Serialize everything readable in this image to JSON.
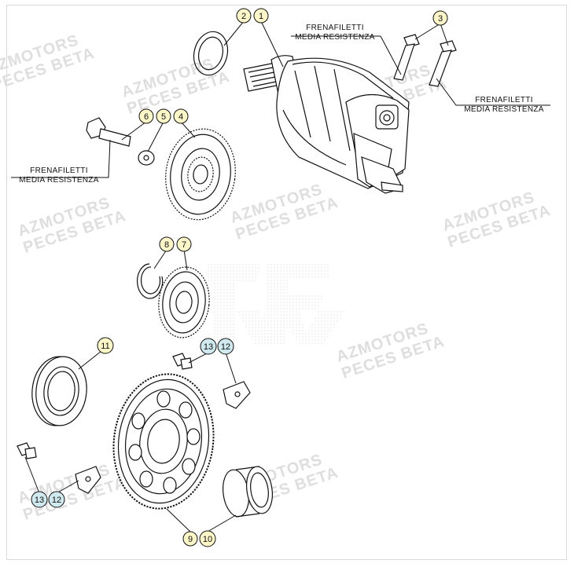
{
  "watermarks": [
    {
      "text": "AZMOTORS\nPECES BETA"
    },
    {
      "text": "AZMOTORS\nPECES BETA"
    },
    {
      "text": "AZMOTORS\nPECES BETA"
    },
    {
      "text": "AZMOTORS\nPECES BETA"
    },
    {
      "text": "AZMOTORS\nPECES BETA"
    },
    {
      "text": "AZMOTORS\nPECES BETA"
    },
    {
      "text": "AZMOTORS\nPECES BETA"
    },
    {
      "text": "AZMOTORS\nPECES BETA"
    },
    {
      "text": "AZMOTORS\nPECES BETA"
    }
  ],
  "threadlock_notes": [
    {
      "line1": "FRENAFILETTI",
      "line2": "MEDIA RESISTENZA"
    },
    {
      "line1": "FRENAFILETTI",
      "line2": "MEDIA RESISTENZA"
    },
    {
      "line1": "FRENAFILETTI",
      "line2": "MEDIA RESISTENZA"
    }
  ],
  "part_labels": {
    "p1": "1",
    "p2": "2",
    "p3": "3",
    "p4": "4",
    "p5": "5",
    "p6": "6",
    "p7": "7",
    "p8": "8",
    "p9": "9",
    "p10": "10",
    "p11": "11",
    "p12a": "12",
    "p13a": "13",
    "p12b": "12",
    "p13b": "13"
  },
  "colors": {
    "label_fill": "#fdf6c8",
    "label_fill_blue": "#cfe9ef",
    "line": "#111111",
    "watermark": "#dedede"
  }
}
